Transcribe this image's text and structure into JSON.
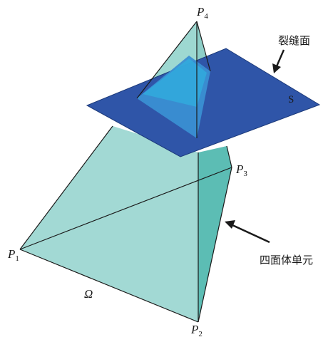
{
  "vertices": {
    "p1": {
      "letter": "P",
      "sub": "1"
    },
    "p2": {
      "letter": "P",
      "sub": "2"
    },
    "p3": {
      "letter": "P",
      "sub": "3"
    },
    "p4": {
      "letter": "P",
      "sub": "4"
    }
  },
  "labels": {
    "crack_surface": "裂缝面",
    "tetra_element": "四面体单元",
    "surface_symbol": "S",
    "domain_symbol": "Ω"
  },
  "colors": {
    "tetra_fill_light": "#a2d9d4",
    "tetra_fill_mid": "#8fd0ca",
    "tetra_fill_dark": "#5cbdb4",
    "crack_plane": "#2f55a8",
    "crack_plane_edge": "#1c3a7a",
    "intersection_fill": "#2fa8d8",
    "edge_line": "#1a1a1a"
  }
}
